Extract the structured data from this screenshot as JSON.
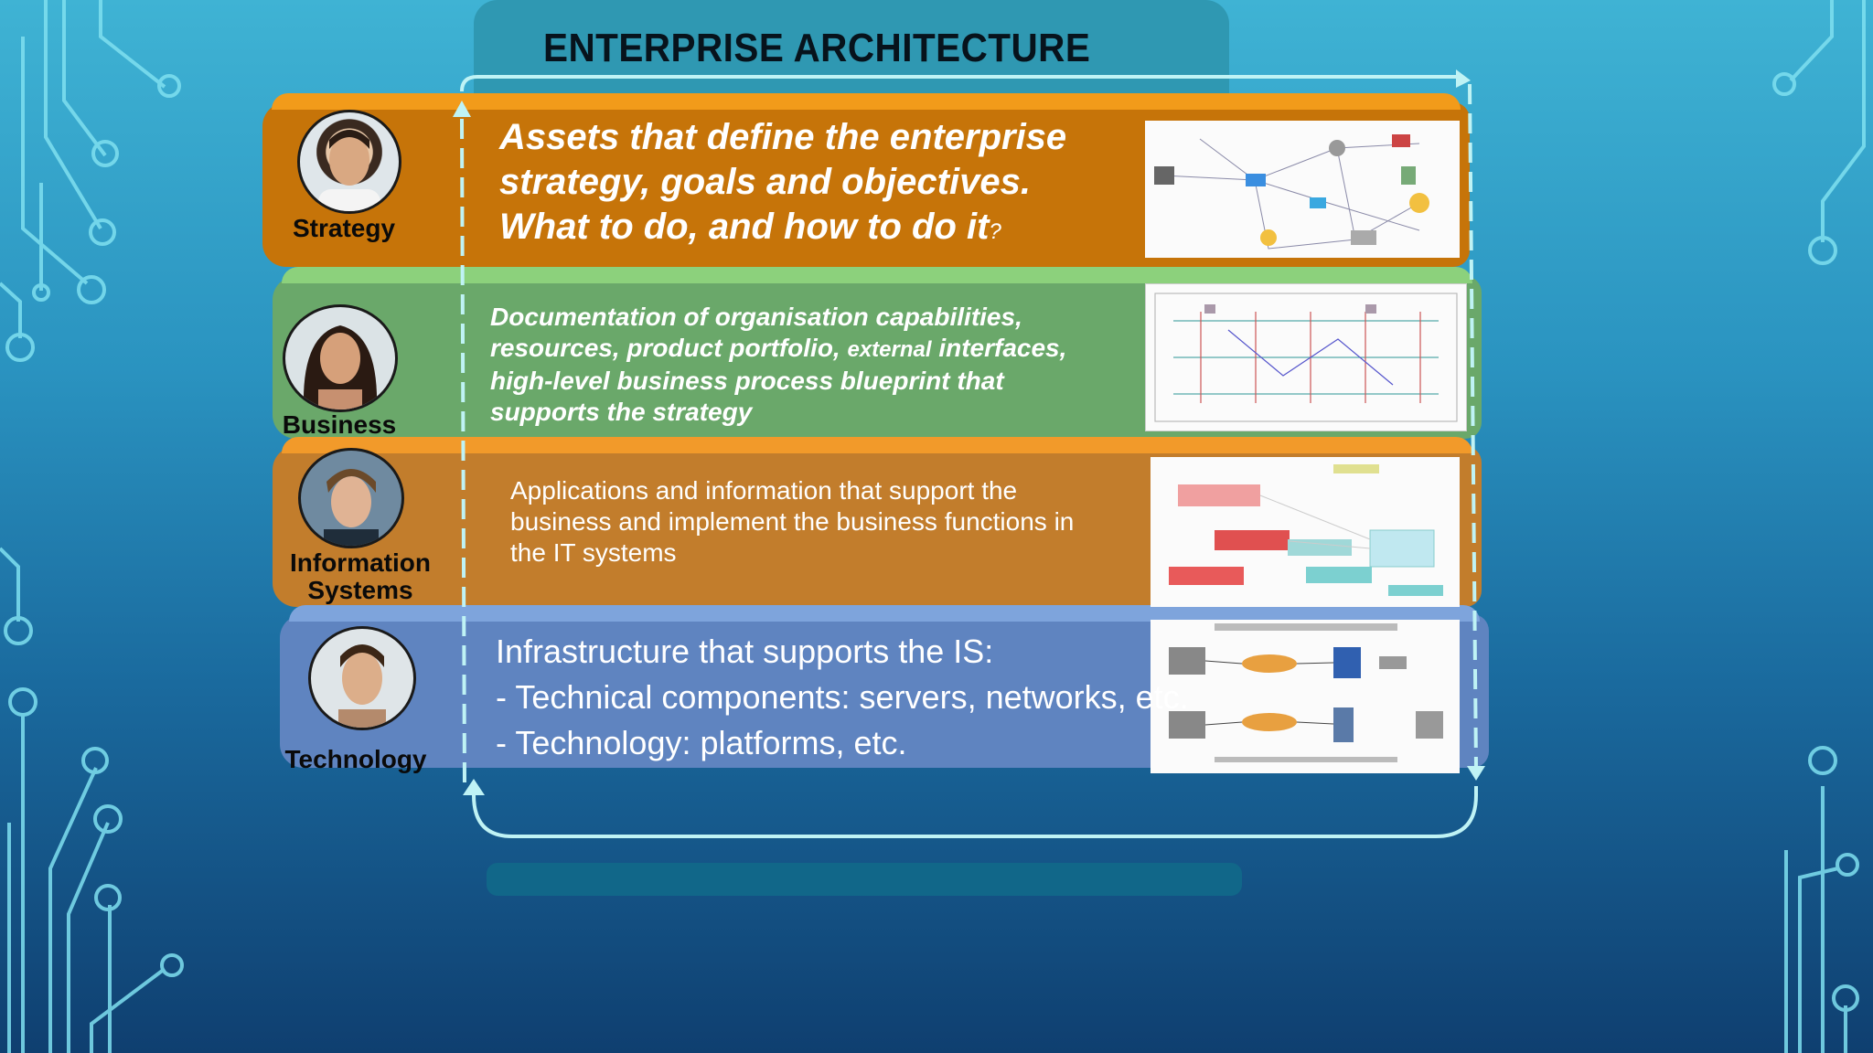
{
  "title": "ENTERPRISE ARCHITECTURE",
  "colors": {
    "strategy": "#c77408",
    "business": "#6aa86a",
    "information": "#c27d2c",
    "technology": "#5f84c0",
    "arrow": "#bff3f5"
  },
  "layers": [
    {
      "label": "Strategy",
      "text_lines": [
        "Assets that define the enterprise",
        "strategy, goals and objectives.",
        "What to do, and how to do it"
      ],
      "text_suffix": "?",
      "avatar": "man-avatar"
    },
    {
      "label": "Business",
      "text_lines": [
        "Documentation of organisation capabilities,",
        "resources, product portfolio, ",
        "high-level business process blueprint that",
        "supports the strategy"
      ],
      "text_small": "external",
      "text_after_small": " interfaces,",
      "avatar": "woman-avatar"
    },
    {
      "label_lines": [
        "Information",
        "Systems"
      ],
      "text_lines": [
        "Applications and information that support the",
        "business and implement the business functions in",
        "the IT systems"
      ],
      "avatar": "young-man-avatar"
    },
    {
      "label": "Technology",
      "text_lines": [
        "Infrastructure that supports the IS:",
        "- Technical components: servers, networks, etc.",
        "- Technology: platforms, etc."
      ],
      "avatar": "man-avatar"
    }
  ]
}
